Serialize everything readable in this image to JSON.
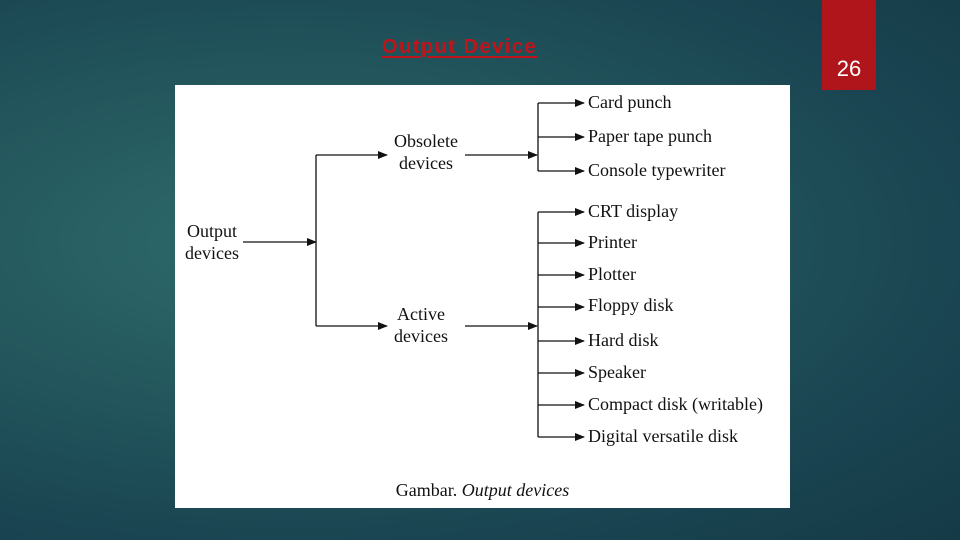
{
  "slide": {
    "title": "Output Device",
    "page_number": "26"
  },
  "diagram": {
    "root": {
      "line1": "Output",
      "line2": "devices"
    },
    "obsolete": {
      "line1": "Obsolete",
      "line2": "devices",
      "items": [
        "Card punch",
        "Paper tape punch",
        "Console typewriter"
      ]
    },
    "active": {
      "line1": "Active",
      "line2": "devices",
      "items": [
        "CRT display",
        "Printer",
        "Plotter",
        "Floppy disk",
        "Hard disk",
        "Speaker",
        "Compact disk (writable)",
        "Digital versatile disk"
      ]
    },
    "caption_prefix": "Gambar. ",
    "caption_italic": "Output devices"
  }
}
